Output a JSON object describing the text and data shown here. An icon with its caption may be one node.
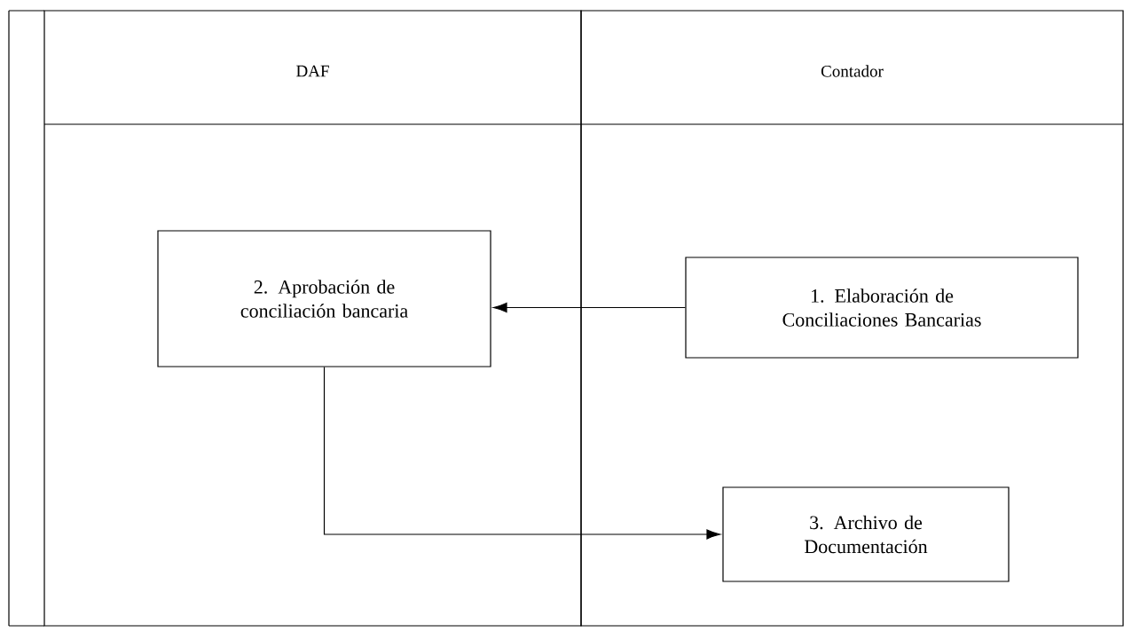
{
  "diagram": {
    "nodes": [
      {
        "text": [
          "DAF"
        ]
      },
      {
        "text": [
          "Contador"
        ]
      },
      {
        "text": [
          "2. Aprobación de conciliación bancaria"
        ],
        "in": 0
      },
      {
        "text": [
          "1. Elaboración de Conciliaciones Bancarias"
        ],
        "in": 1
      },
      {
        "text": [
          "3. Archivo de Documentación"
        ],
        "in": 1
      }
    ],
    "edges": [
      {
        "from": 3,
        "to": 2,
        "arrow": "to"
      },
      {
        "from": 2,
        "to": 4,
        "arrow": "to"
      }
    ]
  }
}
